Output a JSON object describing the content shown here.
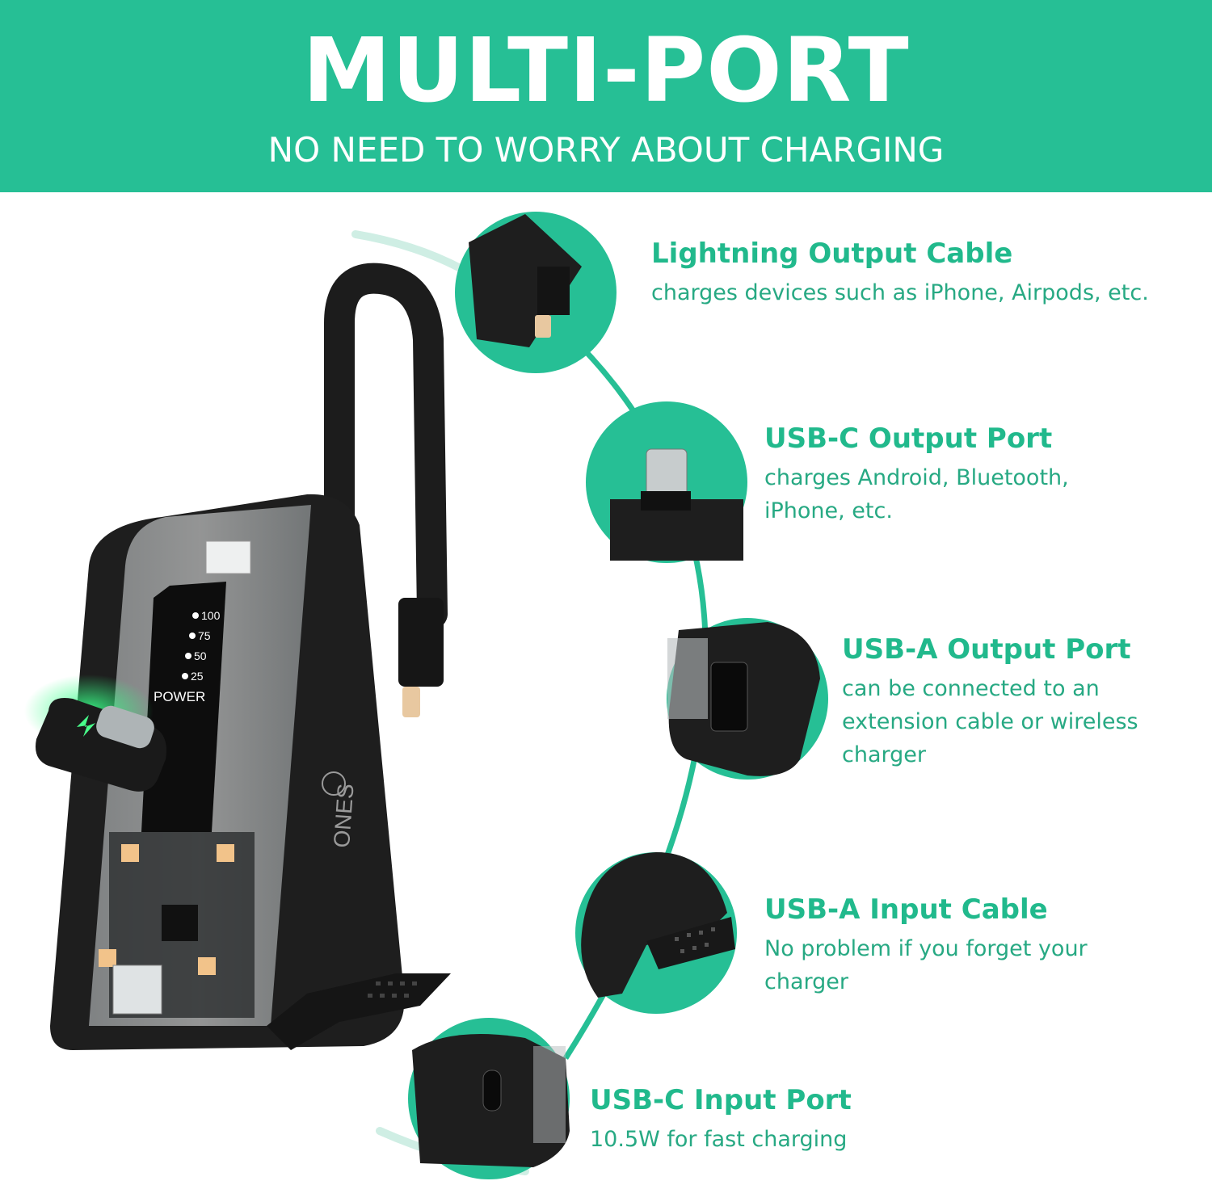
{
  "header": {
    "title": "MULTI-PORT",
    "subtitle": "NO NEED TO WORRY ABOUT CHARGING"
  },
  "features": [
    {
      "title": "Lightning Output Cable",
      "description": "charges devices such as iPhone, Airpods, etc."
    },
    {
      "title": "USB-C Output Port",
      "description": "charges Android, Bluetooth, iPhone, etc."
    },
    {
      "title": "USB-A Output Port",
      "description": "can be connected to an extension cable or wireless charger"
    },
    {
      "title": "USB-A Input Cable",
      "description": "No problem if you forget your charger"
    },
    {
      "title": "USB-C Input Port",
      "description": "10.5W for fast charging"
    }
  ],
  "device": {
    "battery_levels": [
      "100",
      "75",
      "50",
      "25"
    ],
    "power_label": "POWER",
    "brand_logo_text": "ONES"
  },
  "colors": {
    "brand": "#26bf95",
    "text_accent": "#21b98c",
    "device_body": "#1e1e1e"
  }
}
